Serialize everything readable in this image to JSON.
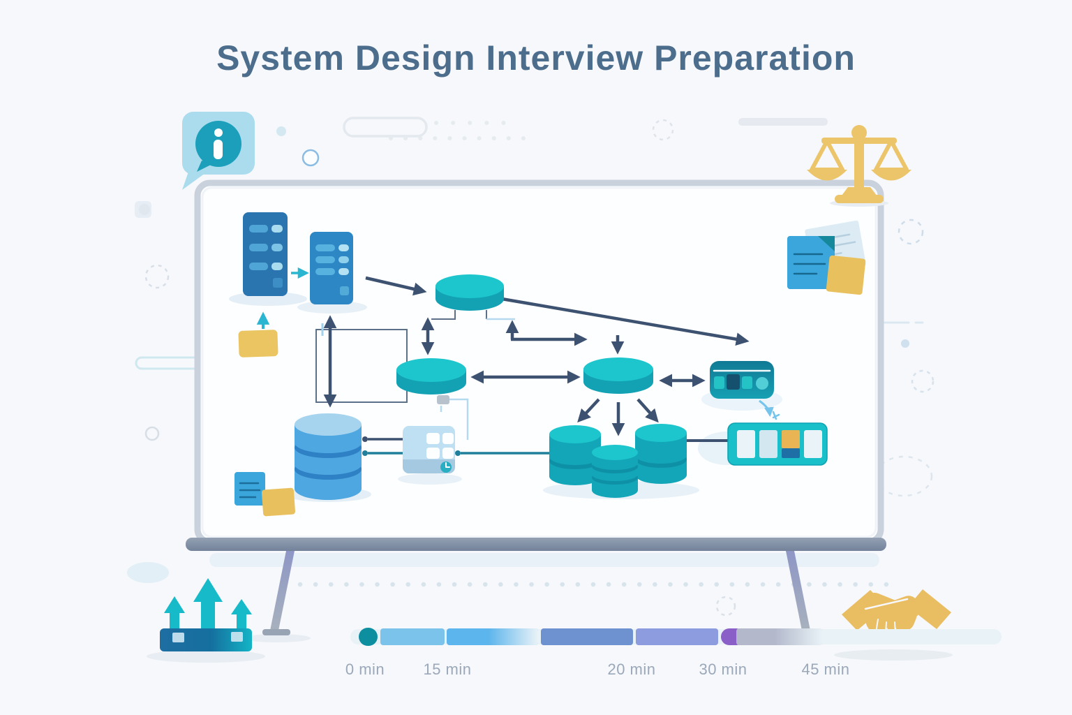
{
  "title": "System Design Interview Preparation",
  "icons": {
    "info": "info-speech-bubble",
    "scales": "scales-of-justice",
    "growth": "three-up-arrows",
    "handshake": "handshake"
  },
  "diagram": {
    "nodes": [
      "server-rack-1",
      "server-rack-2",
      "load-balancer-disc-1",
      "load-balancer-disc-2",
      "load-balancer-disc-3",
      "primary-database",
      "task-grid",
      "cache-server",
      "replica-database-cluster",
      "config-widget"
    ],
    "sticky_notes": [
      "blue-note-left",
      "yellow-note-left",
      "paper-note-right",
      "blue-note-right",
      "yellow-note-right"
    ]
  },
  "timeline": {
    "labels": [
      "0 min",
      "15 min",
      "20 min",
      "30 min",
      "45 min"
    ],
    "segments": [
      {
        "name": "start-marker",
        "color": "#0d8fa0"
      },
      {
        "name": "segment-1",
        "color": "#7cc3ec"
      },
      {
        "name": "segment-2",
        "color": "#5cb5ec"
      },
      {
        "name": "segment-3",
        "color": "#6e92d0"
      },
      {
        "name": "segment-4",
        "color": "#8c9cde"
      },
      {
        "name": "segment-5",
        "color": "#8a5fc8"
      },
      {
        "name": "segment-6",
        "color": "#b3b9cb"
      }
    ]
  },
  "colors": {
    "accent_teal": "#1bc0c8",
    "accent_blue": "#3792cf",
    "accent_gold": "#eac365",
    "arrow_slate": "#3d5270",
    "title_text": "#4d6d8d",
    "frame_silver": "#c9d1dc",
    "label_gray": "#9aa8ba"
  }
}
